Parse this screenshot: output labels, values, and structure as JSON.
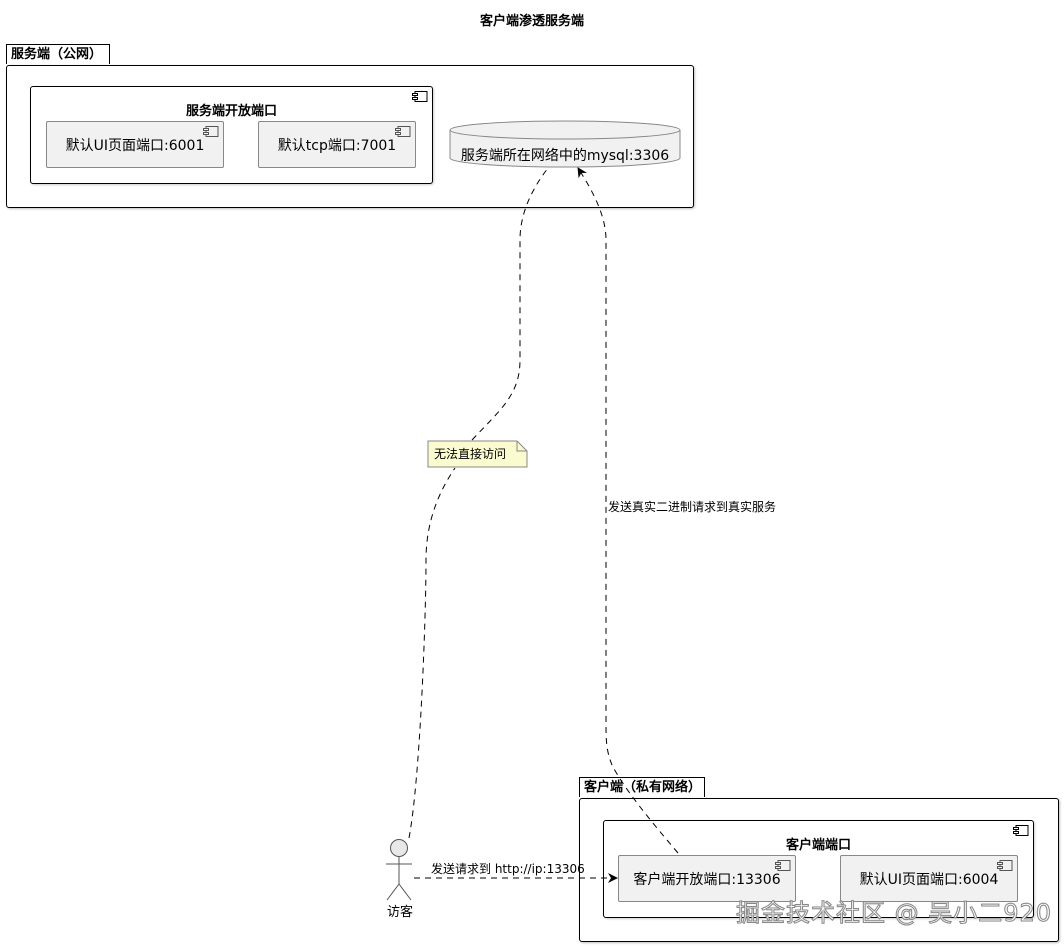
{
  "diagram": {
    "title": "客户端渗透服务端",
    "server_package": {
      "label": "服务端（公网）",
      "component_group": {
        "title": "服务端开放端口",
        "components": [
          {
            "label": "默认UI页面端口:6001"
          },
          {
            "label": "默认tcp端口:7001"
          }
        ]
      },
      "database": {
        "label": "服务端所在网络中的mysql:3306"
      }
    },
    "client_package": {
      "label": "客户端（私有网络）",
      "component_group": {
        "title": "客户端端口",
        "components": [
          {
            "label": "客户端开放端口:13306"
          },
          {
            "label": "默认UI页面端口:6004"
          }
        ]
      }
    },
    "actor": {
      "label": "访客"
    },
    "note": {
      "text": "无法直接访问"
    },
    "edges": [
      {
        "from": "访客",
        "to": "客户端开放端口:13306",
        "label": "发送请求到 http://ip:13306",
        "style": "dashed-arrow"
      },
      {
        "from": "客户端开放端口:13306",
        "to": "服务端所在网络中的mysql:3306",
        "label": "发送真实二进制请求到真实服务",
        "style": "dashed-arrow"
      },
      {
        "from": "访客",
        "to": "服务端所在网络中的mysql:3306",
        "label": "",
        "style": "dashed",
        "note": "无法直接访问"
      }
    ],
    "colors": {
      "component_fill": "#f1f1f1",
      "note_fill": "#fbfbd0",
      "actor_fill": "#e8e8e8",
      "database_fill": "#f1f1f1",
      "line": "#000000"
    },
    "watermark": "掘金技术社区 @ 吴小二920"
  }
}
